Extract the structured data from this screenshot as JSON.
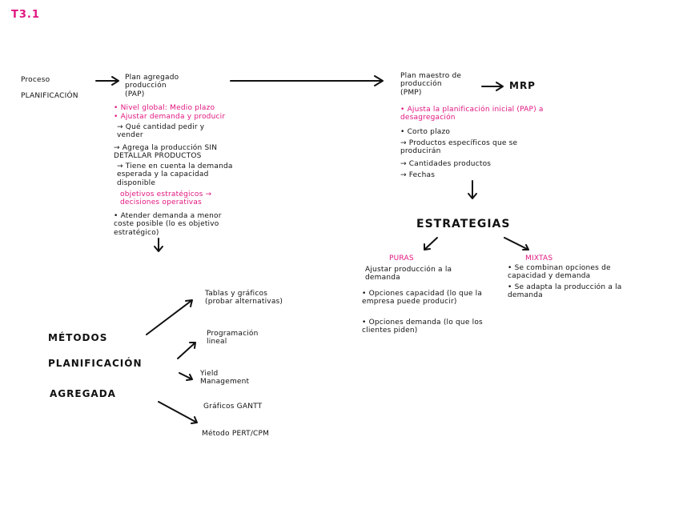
{
  "header": {
    "tag": "T3.1"
  },
  "proceso": {
    "line1": "Proceso",
    "line2": "PLANIFICACIÓN"
  },
  "pap": {
    "title": "Plan agregado producción\n(PAP)",
    "horizonte": "• Nivel global: Medio plazo",
    "ajustar": "• Ajustar demanda y producir",
    "cantidad": "→ Qué cantidad pedir y vender",
    "agrega": "→ Agrega la producción SIN DETALLAR PRODUCTOS",
    "tiene": "→ Tiene en cuenta la demanda esperada y la capacidad disponible",
    "niveles": "objetivos estratégicos → decisiones operativas",
    "atender": "• Atender demanda a menor coste posible (lo es objetivo estratégico)"
  },
  "pmp": {
    "title": "Plan maestro de producción\n(PMP)",
    "mrp": "MRP",
    "ajusta": "• Ajusta la planificación inicial (PAP) a desagregación",
    "corto": "• Corto plazo",
    "productos": "→ Productos específicos que se producirán",
    "cantidades": "→ Cantidades productos",
    "fechas": "→ Fechas"
  },
  "estrategias": {
    "title": "ESTRATEGIAS",
    "puras_label": "PURAS",
    "puras_desc": "Ajustar producción a la demanda",
    "puras_item1": "• Opciones capacidad (lo que la empresa puede producir)",
    "puras_item2": "• Opciones demanda (lo que los clientes piden)",
    "mixtas_label": "MIXTAS",
    "mixtas_item1": "• Se combinan opciones de capacidad y demanda",
    "mixtas_item2": "• Se adapta la producción a la demanda"
  },
  "metodos": {
    "line1": "MÉTODOS",
    "line2": "PLANIFICACIÓN",
    "line3": "AGREGADA",
    "tablas": "Tablas y gráficos\n(probar alternativas)",
    "programacion": "Programación\nlineal",
    "yield": "Yield\nManagement",
    "gantt": "Gráficos GANTT",
    "pert": "Método PERT/CPM"
  },
  "colors": {
    "ink": "#111111",
    "accent": "#e0157f"
  }
}
